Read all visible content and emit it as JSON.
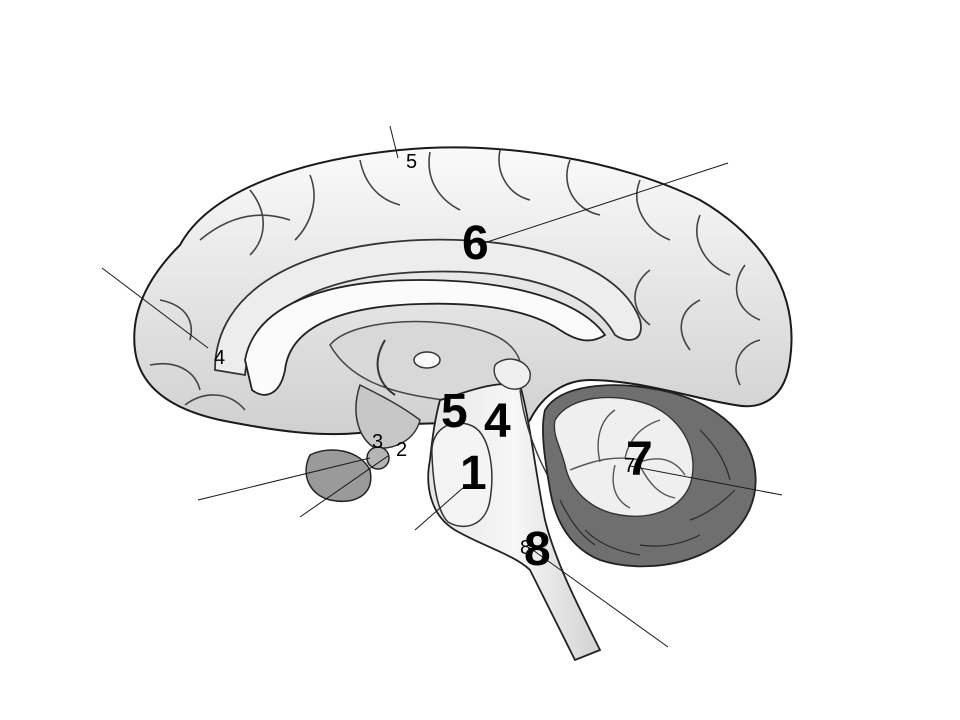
{
  "diagram": {
    "small_labels": [
      "5",
      "4",
      "3",
      "2",
      "7",
      "8"
    ],
    "big_labels": [
      "6",
      "5",
      "4",
      "1",
      "7",
      "8"
    ]
  },
  "colors": {
    "line": "#1a1a1a",
    "fill_light": "#f1f1f1",
    "fill_mid": "#cfcfcf",
    "fill_dark": "#8f8f8f"
  }
}
